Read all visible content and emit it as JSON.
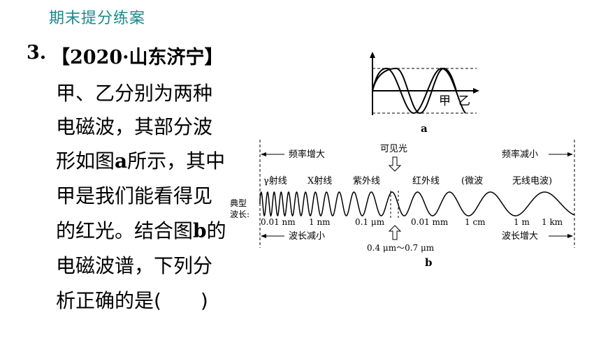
{
  "header": {
    "title": "期末提分练案"
  },
  "question": {
    "number": "3.",
    "source": "【2020·山东济宁】",
    "lines": [
      "甲、乙分别为两种",
      "电磁波，其部分波",
      "形如图",
      "a",
      "所示，其中",
      "甲是我们能看得见",
      "的红光。结合图",
      "b",
      "的",
      "电磁波谱，下列分",
      "析正确的是(　　)"
    ]
  },
  "figure_a": {
    "label_jia": "甲",
    "label_yi": "乙",
    "caption": "a"
  },
  "figure_b": {
    "freq_increase": "频率增大",
    "visible": "可见光",
    "freq_decrease": "频率减小",
    "bands": [
      "γ射线",
      "X射线",
      "紫外线",
      "红外线",
      "(微波",
      "无线电波)"
    ],
    "typical_wavelength_1": "典型",
    "typical_wavelength_2": "波长:",
    "wavelengths": [
      "0.01 nm",
      "1 nm",
      "0.1 μm",
      "0.01 mm",
      "1 cm",
      "1 m",
      "1 km"
    ],
    "wavelength_decrease": "波长减小",
    "wavelength_increase": "波长增大",
    "visible_range": "0.4 μm～0.7 μm",
    "caption": "b"
  },
  "colors": {
    "header": "#1a8a8a",
    "text": "#000000"
  }
}
